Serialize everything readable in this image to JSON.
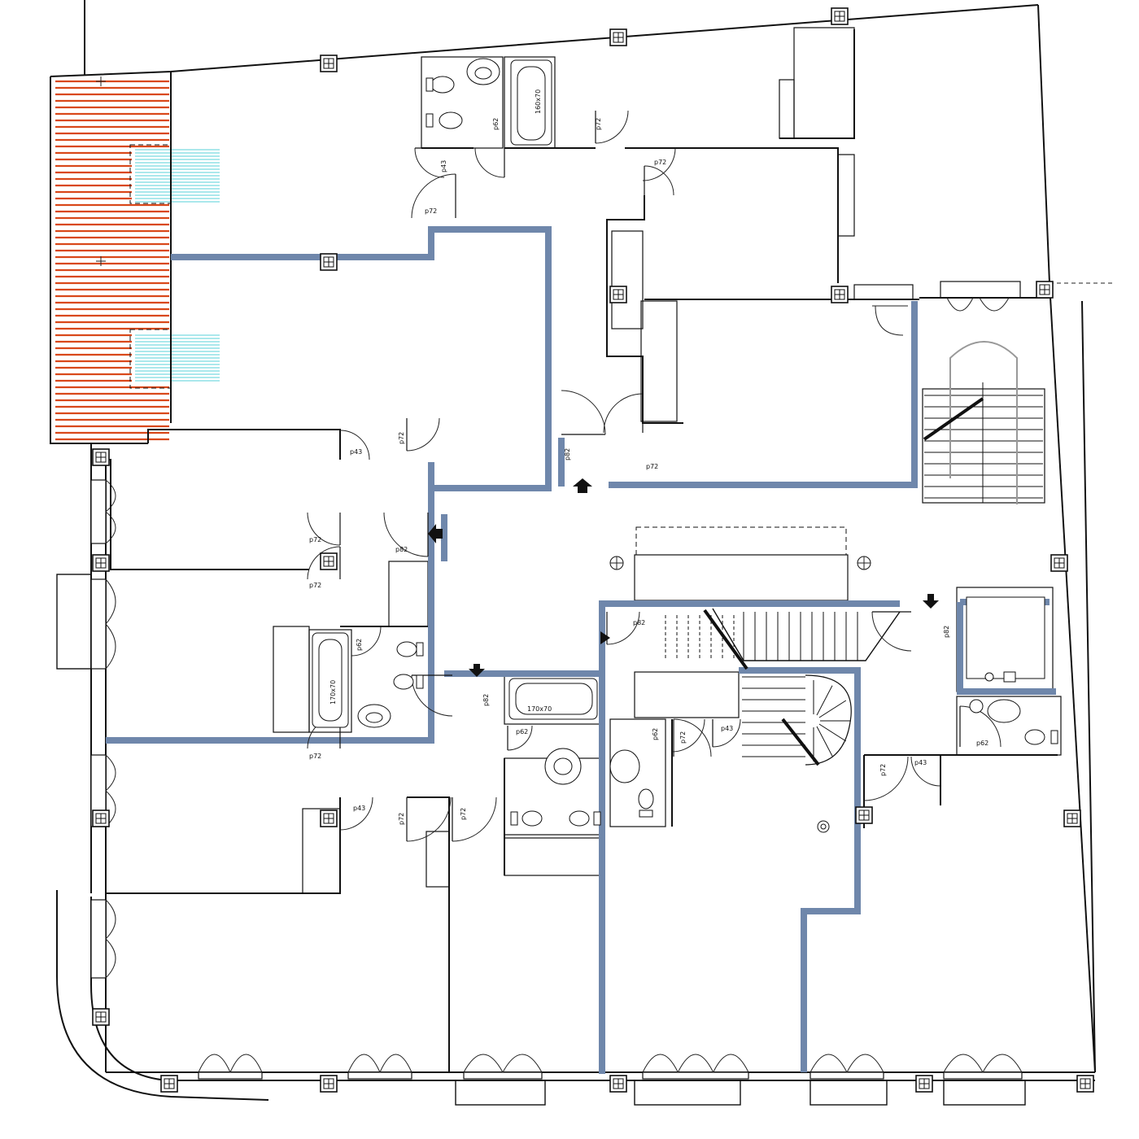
{
  "door_labels": {
    "p72": "p72",
    "p82": "p82",
    "p62": "p62",
    "p43": "p43"
  },
  "bath_labels": {
    "bath_top": "160x70",
    "bath_left": "170x70",
    "bath_mid": "170x70"
  },
  "colors": {
    "wall_highlight": "#6f87ab",
    "terrace_slats": "#d9481a",
    "planter": "#8fe0e6"
  },
  "icons": [
    "column-icon",
    "entrance-arrow-icon",
    "toilet-icon",
    "washbasin-icon",
    "bathtub-icon",
    "stair-icon",
    "window-icon"
  ]
}
